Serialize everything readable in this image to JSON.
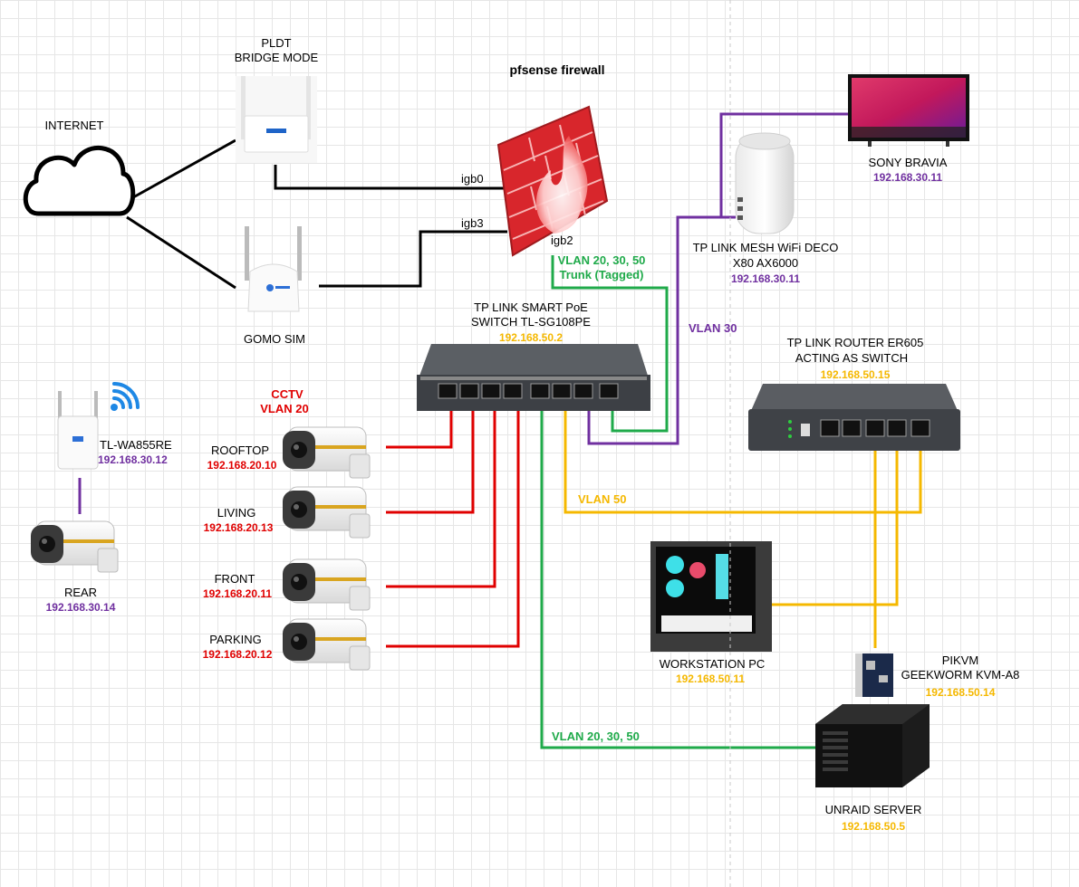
{
  "colors": {
    "red": "#e00000",
    "green": "#1faa4a",
    "purple": "#7030a0",
    "yellow": "#f5b800",
    "black": "#000000"
  },
  "internet": {
    "label": "INTERNET",
    "icon": "cloud-icon"
  },
  "pldt": {
    "line1": "PLDT",
    "line2": "BRIDGE MODE"
  },
  "gomo": {
    "label": "GOMO SIM"
  },
  "firewall": {
    "title": "pfsense firewall",
    "ports": {
      "igb0": "igb0",
      "igb3": "igb3",
      "igb2": "igb2"
    }
  },
  "trunk": {
    "line1": "VLAN 20, 30, 50",
    "line2": "Trunk (Tagged)"
  },
  "sony": {
    "label": "SONY BRAVIA",
    "ip": "192.168.30.11"
  },
  "deco": {
    "line1": "TP LINK MESH WiFi DECO",
    "line2": "X80 AX6000",
    "ip": "192.168.30.11"
  },
  "poe_switch": {
    "line1": "TP LINK SMART PoE",
    "line2": "SWITCH TL-SG108PE",
    "ip": "192.168.50.2"
  },
  "router": {
    "line1": "TP LINK ROUTER ER605",
    "line2": "ACTING AS SWITCH",
    "ip": "192.168.50.15"
  },
  "vlan30_label": "VLAN 30",
  "vlan50_label": "VLAN 50",
  "vlan_all_label": "VLAN 20, 30, 50",
  "cctv": {
    "line1": "CCTV",
    "line2": "VLAN 20"
  },
  "cameras": [
    {
      "name": "ROOFTOP",
      "ip": "192.168.20.10"
    },
    {
      "name": "LIVING",
      "ip": "192.168.20.13"
    },
    {
      "name": "FRONT",
      "ip": "192.168.20.11"
    },
    {
      "name": "PARKING",
      "ip": "192.168.20.12"
    }
  ],
  "extender": {
    "label": "TL-WA855RE",
    "ip": "192.168.30.12"
  },
  "rear": {
    "label": "REAR",
    "ip": "192.168.30.14"
  },
  "workstation": {
    "label": "WORKSTATION PC",
    "ip": "192.168.50.11"
  },
  "pikvm": {
    "line1": "PIKVM",
    "line2": "GEEKWORM KVM-A8",
    "ip": "192.168.50.14"
  },
  "unraid": {
    "label": "UNRAID SERVER",
    "ip": "192.168.50.5"
  }
}
